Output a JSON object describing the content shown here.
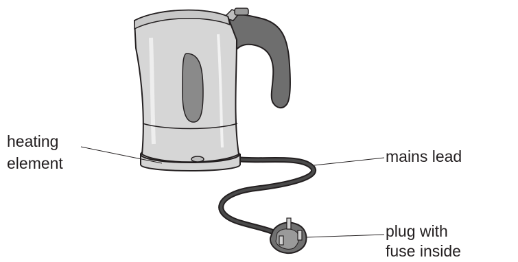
{
  "labels": {
    "heating_element_line1": "heating",
    "heating_element_line2": "element",
    "mains_lead": "mains lead",
    "plug_line1": "plug with",
    "plug_line2": "fuse inside"
  },
  "colors": {
    "outline": "#231f20",
    "body_light": "#d9d9d9",
    "body_mid": "#c4c4c4",
    "window_grey": "#8a8a8a",
    "handle_grey": "#6e6e6e",
    "base_grey": "#e2e2e2",
    "plug_grey": "#707070",
    "cable": "#3a3a3a"
  }
}
